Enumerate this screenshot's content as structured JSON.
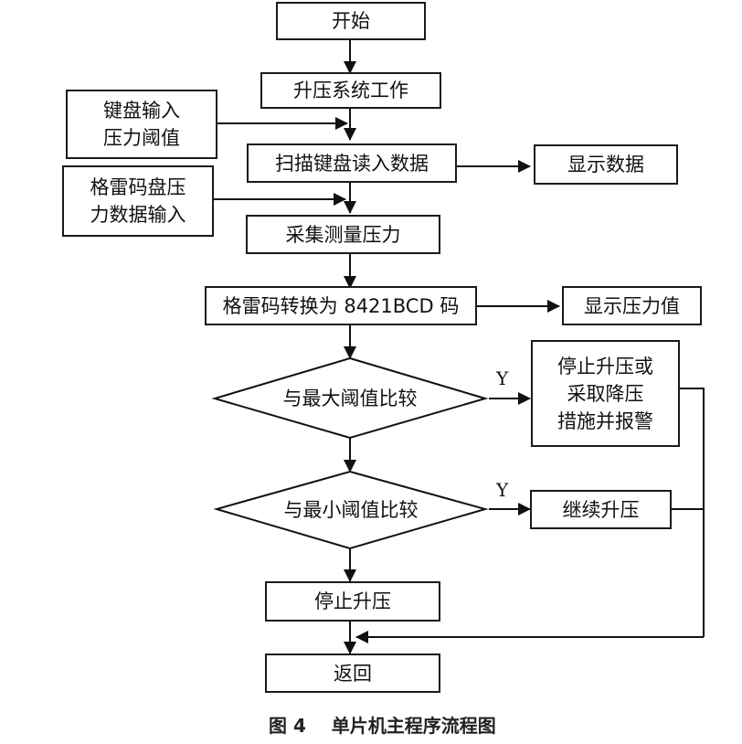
{
  "nodes": {
    "start": "开始",
    "boost_system": "升压系统工作",
    "keyboard_input": [
      "键盘输入",
      "压力阈值"
    ],
    "scan_keyboard": "扫描键盘读入数据",
    "display_data": "显示数据",
    "gray_code_input": [
      "格雷码盘压",
      "力数据输入"
    ],
    "collect_pressure": "采集测量压力",
    "convert_bcd": "格雷码转换为 8421BCD 码",
    "display_pressure": "显示压力值",
    "compare_max": "与最大阈值比较",
    "stop_or_reduce": [
      "停止升压或",
      "采取降压",
      "措施并报警"
    ],
    "compare_min": "与最小阈值比较",
    "continue_boost": "继续升压",
    "stop_boost": "停止升压",
    "return": "返回"
  },
  "edge_labels": {
    "max_yes": "Y",
    "min_yes": "Y"
  },
  "caption": "图 4    单片机主程序流程图"
}
